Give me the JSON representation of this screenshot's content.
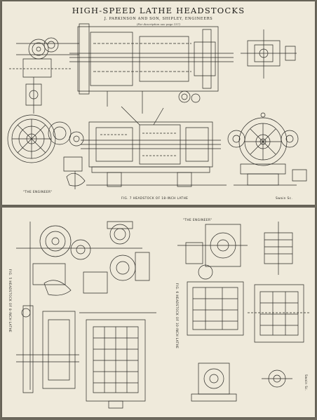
{
  "document": {
    "title": "HIGH-SPEED LATHE HEADSTOCKS",
    "subtitle": "J. PARKINSON AND SON, SHIPLEY, ENGINEERS",
    "note": "(For description see page 157)",
    "top_figure": {
      "caption": "FIG. 7 HEADSTOCK OF 18-INCH LATHE",
      "credit": "\"THE ENGINEER\"",
      "signature": "Swain Sc."
    },
    "bottom_left_figure": {
      "caption": "FIG. 5 HEADSTOCK OF 8-INCH LATHE"
    },
    "bottom_right_figure": {
      "caption": "FIG. 6 HEADSTOCK OF 10-INCH LATHE",
      "credit": "\"THE ENGINEER\"",
      "signature": "Swain Sc."
    }
  }
}
